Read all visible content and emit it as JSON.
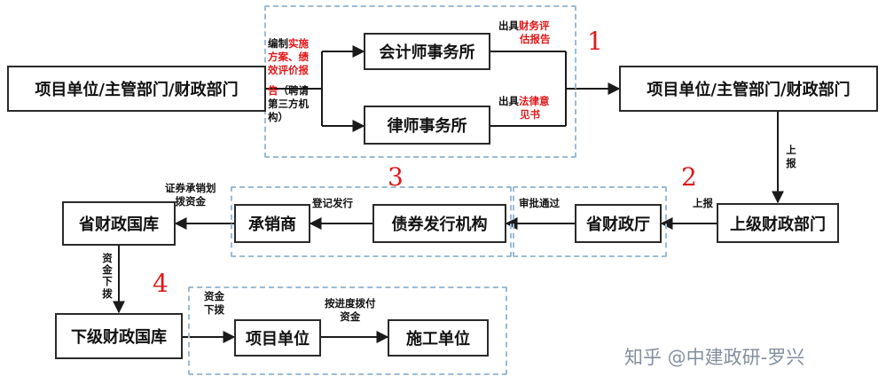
{
  "nodes": {
    "project_unit_left": "项目单位/主管部门/财政部门",
    "accounting_firm": "会计师事务所",
    "law_firm": "律师事务所",
    "project_unit_right": "项目单位/主管部门/财政部门",
    "upper_finance": "上级财政部门",
    "provincial_finance_dept": "省财政厅",
    "bond_issuer": "债券发行机构",
    "underwriter": "承销商",
    "provincial_treasury": "省财政国库",
    "lower_treasury": "下级财政国库",
    "project_unit_bottom": "项目单位",
    "construction_unit": "施工单位"
  },
  "labels": {
    "compile_a": "编制",
    "compile_b": "实施",
    "compile_c": "方案、绩",
    "compile_d": "效评价报",
    "compile_e": "告",
    "compile_f": "（聘请",
    "compile_g": "第三方机",
    "compile_h": "构）",
    "issue_fin_a": "出具",
    "issue_fin_b": "财务评",
    "issue_fin_c": "估报告",
    "issue_law_a": "出具",
    "issue_law_b": "法律意",
    "issue_law_c": "见书",
    "report_up_1": "上",
    "report_up_2": "报",
    "report_up_h": "上报",
    "approved": "审批通过",
    "register_issue": "登记发行",
    "securities_a": "证券承销划",
    "securities_b": "拨资金",
    "funds_down_1": "资",
    "funds_down_2": "金",
    "funds_down_3": "下",
    "funds_down_4": "拨",
    "funds_alloc_a": "资金",
    "funds_alloc_b": "下拨",
    "progress_pay_a": "按进度拨付",
    "progress_pay_b": "资金"
  },
  "steps": [
    "1",
    "2",
    "3",
    "4"
  ],
  "watermark": "知乎 @中建政研-罗兴",
  "colors": {
    "accent_red": "#e01818",
    "dashed_border": "#9bbbd6",
    "box_border": "#2a2a2a"
  }
}
